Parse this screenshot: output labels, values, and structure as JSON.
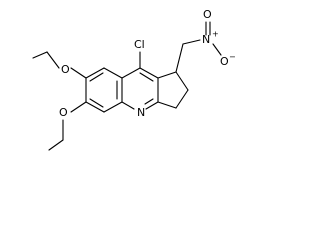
{
  "molecule": {
    "atom_labels": {
      "chlorine": "Cl",
      "nitrogen_ring": "N",
      "nitro_nitrogen": "N",
      "nitro_oxygen_top": "O",
      "nitro_oxygen_right": "O",
      "ethoxy_oxygen_upper": "O",
      "ethoxy_oxygen_lower": "O"
    },
    "nitro_charges": {
      "nitrogen": "+",
      "oxygen": "−"
    }
  }
}
